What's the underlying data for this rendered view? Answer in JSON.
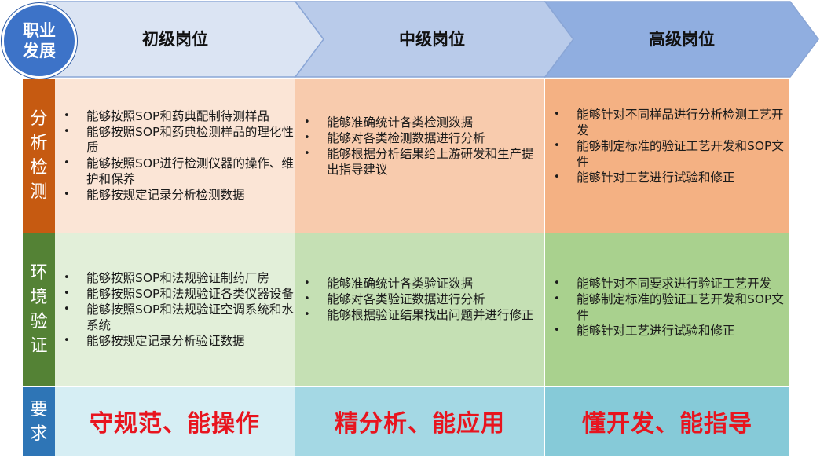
{
  "career": "职业发展",
  "columns": [
    "初级岗位",
    "中级岗位",
    "高级岗位"
  ],
  "rows": [
    {
      "label": "分析检测",
      "cells": [
        [
          "能够按照SOP和药典配制待测样品",
          "能够按照SOP和药典检测样品的理化性质",
          "能够按照SOP进行检测仪器的操作、维护和保养",
          "能够按规定记录分析检测数据"
        ],
        [
          "能够准确统计各类检测数据",
          "能够对各类检测数据进行分析",
          "能够根据分析结果给上游研发和生产提出指导建议"
        ],
        [
          "能够针对不同样品进行分析检测工艺开发",
          "能够制定标准的验证工艺开发和SOP文件",
          "能够针对工艺进行试验和修正"
        ]
      ]
    },
    {
      "label": "环境验证",
      "cells": [
        [
          "能够按照SOP和法规验证制药厂房",
          "能够按照SOP和法规验证各类仪器设备",
          "能够按照SOP和法规验证空调系统和水系统",
          "能够按规定记录分析验证数据"
        ],
        [
          "能够准确统计各类验证数据",
          "能够对各类验证数据进行分析",
          "能够根据验证结果找出问题并进行修正"
        ],
        [
          "能够针对不同要求进行验证工艺开发",
          "能够制定标准的验证工艺开发和SOP文件",
          "能够针对工艺进行试验和修正"
        ]
      ]
    }
  ],
  "requirements": {
    "label": "要求",
    "items": [
      "守规范、能操作",
      "精分析、能应用",
      "懂开发、能指导"
    ]
  },
  "colors": {
    "career_circle": "#3d73c8",
    "row1_label": "#c65a11",
    "row2_label": "#548235",
    "req_label": "#2e75b6",
    "req_text": "#e8141e"
  }
}
